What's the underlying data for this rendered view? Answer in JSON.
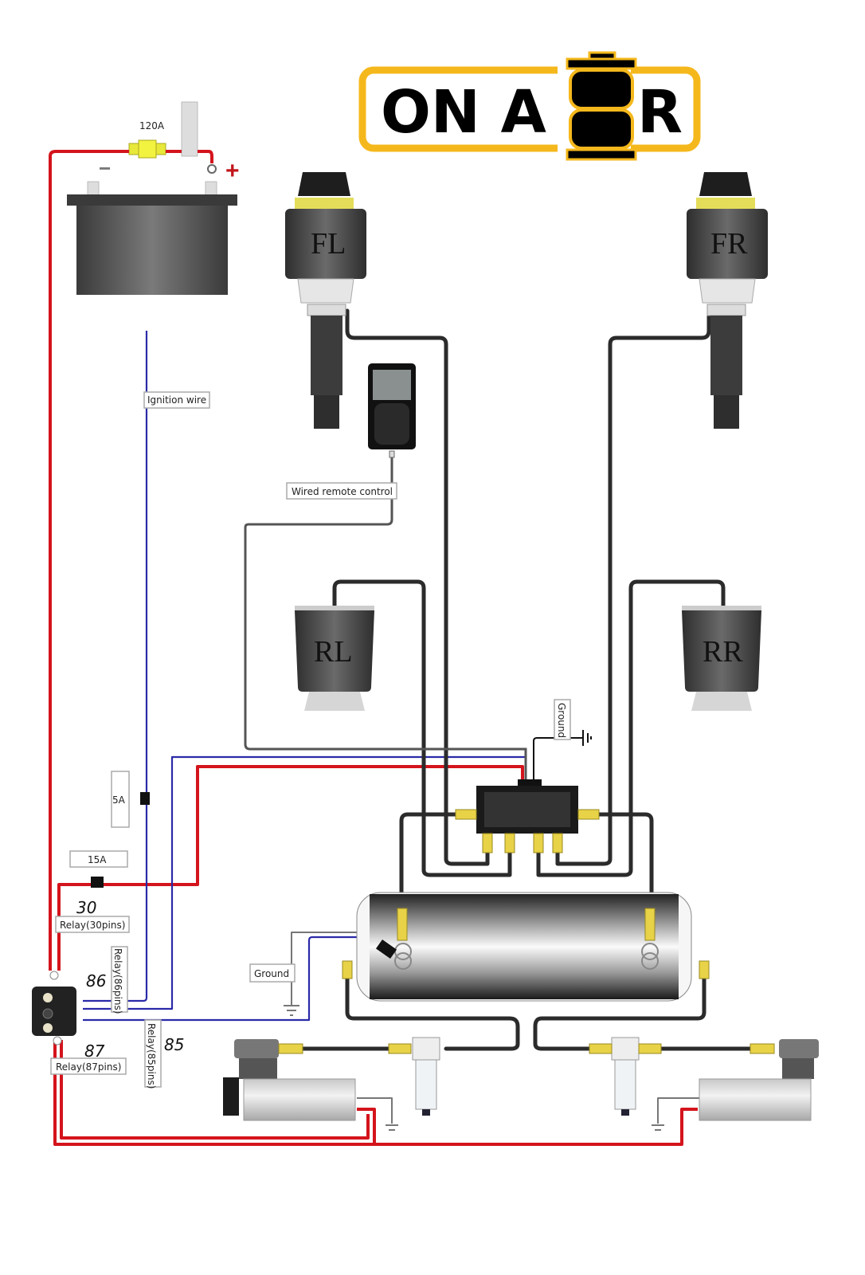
{
  "logo": {
    "text_left": "ON A",
    "text_right": "R",
    "brand_name": "ON AIR",
    "colors": {
      "frame": "#f5b81c",
      "text": "#000000"
    }
  },
  "battery": {
    "main_fuse": "120A",
    "negative_symbol": "−",
    "positive_symbol": "+"
  },
  "air_springs": [
    {
      "id": "FL",
      "label": "FL"
    },
    {
      "id": "FR",
      "label": "FR"
    },
    {
      "id": "RL",
      "label": "RL"
    },
    {
      "id": "RR",
      "label": "RR"
    }
  ],
  "labels": {
    "ignition_wire": "Ignition wire",
    "wired_remote": "Wired remote control",
    "ground_manifold": "Ground",
    "ground_tank": "Ground",
    "fuse_5a": "5A",
    "fuse_15a": "15A",
    "relay_30": "Relay(30pins)",
    "relay_86": "Relay(86pins)",
    "relay_85": "Relay(85pins)",
    "relay_87": "Relay(87pins)"
  },
  "pins": {
    "p30": "30",
    "p86": "86",
    "p85": "85",
    "p87": "87"
  },
  "wire_colors": {
    "power": "#d4141c",
    "signal": "#2a2aa8",
    "air_line": "#2b2b2b",
    "ground": "#777777"
  }
}
